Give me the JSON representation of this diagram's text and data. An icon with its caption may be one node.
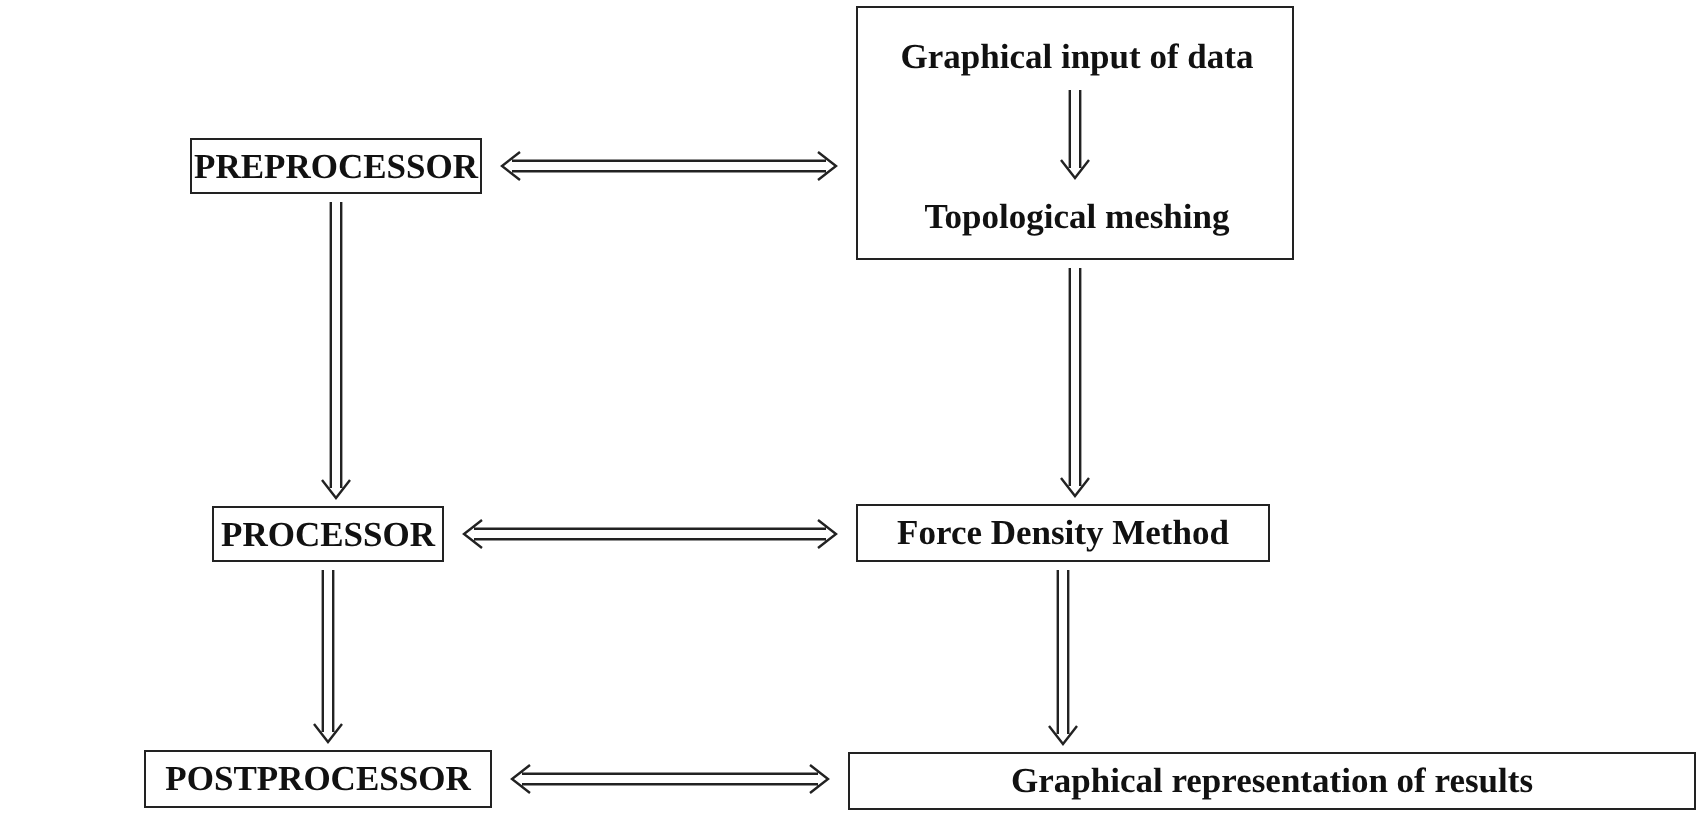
{
  "diagram": {
    "nodes": [
      {
        "text": [
          "PREPROCESSOR"
        ]
      },
      {
        "text": [],
        "shape": "box"
      },
      {
        "text": [
          "Graphical input of data"
        ],
        "in": 1
      },
      {
        "text": [
          "Topological meshing"
        ],
        "in": 1
      },
      {
        "text": [
          "PROCESSOR"
        ]
      },
      {
        "text": [
          "Force Density Method"
        ]
      },
      {
        "text": [
          "POSTPROCESSOR"
        ]
      },
      {
        "text": [
          "Graphical representation of results"
        ]
      }
    ],
    "edges": [
      {
        "from": 0,
        "to": 1,
        "arrow": "both"
      },
      {
        "from": 2,
        "to": 3,
        "arrow": "to"
      },
      {
        "from": 0,
        "to": 4,
        "arrow": "to"
      },
      {
        "from": 1,
        "to": 5,
        "arrow": "to"
      },
      {
        "from": 4,
        "to": 5,
        "arrow": "both"
      },
      {
        "from": 4,
        "to": 6,
        "arrow": "to"
      },
      {
        "from": 5,
        "to": 7,
        "arrow": "to"
      },
      {
        "from": 6,
        "to": 7,
        "arrow": "both"
      }
    ]
  }
}
